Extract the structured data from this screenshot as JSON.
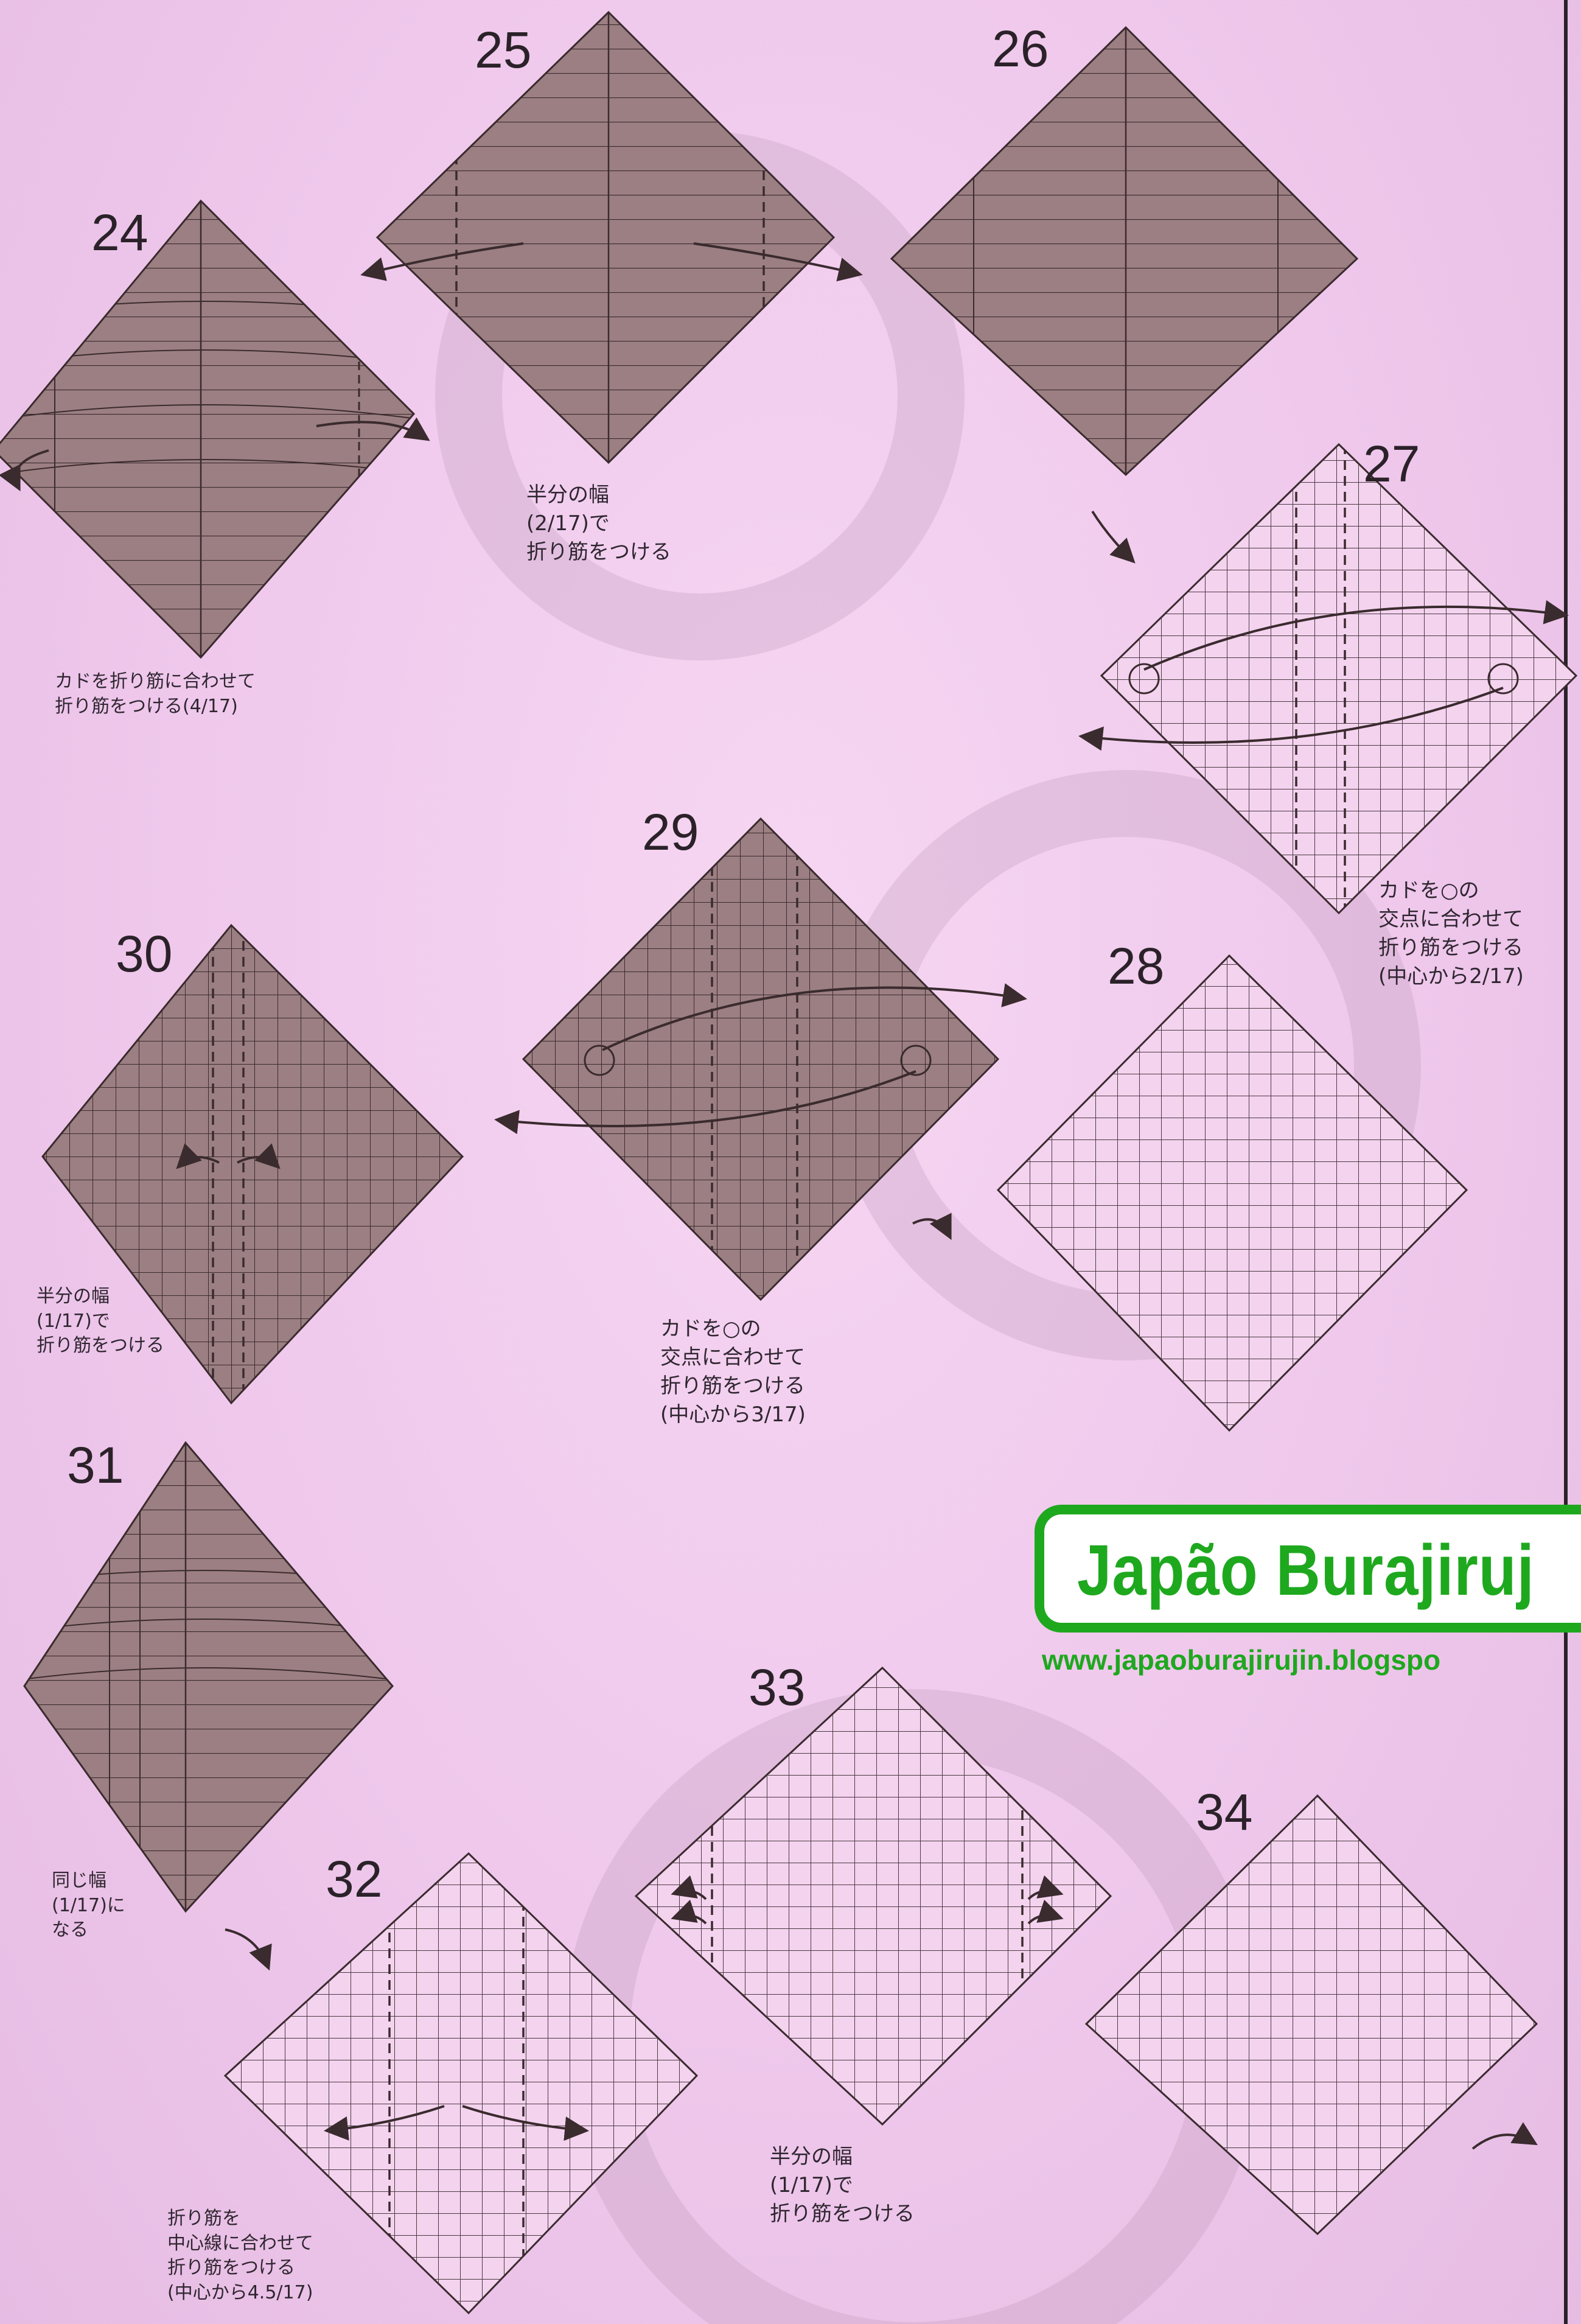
{
  "steps": {
    "s24": "24",
    "s25": "25",
    "s26": "26",
    "s27": "27",
    "s28": "28",
    "s29": "29",
    "s30": "30",
    "s31": "31",
    "s32": "32",
    "s33": "33",
    "s34": "34"
  },
  "captions": {
    "c24": [
      "カドを折り筋に合わせて",
      "折り筋をつける(4/17)"
    ],
    "c25": [
      "半分の幅",
      "(2/17)で",
      "折り筋をつける"
    ],
    "c27": [
      "カドを○の",
      "交点に合わせて",
      "折り筋をつける",
      "(中心から2/17)"
    ],
    "c29": [
      "カドを○の",
      "交点に合わせて",
      "折り筋をつける",
      "(中心から3/17)"
    ],
    "c30": [
      "半分の幅",
      "(1/17)で",
      "折り筋をつける"
    ],
    "c31": [
      "同じ幅",
      "(1/17)に",
      "なる"
    ],
    "c32": [
      "折り筋を",
      "中心線に合わせて",
      "折り筋をつける",
      "(中心から4.5/17)"
    ],
    "c33": [
      "半分の幅",
      "(1/17)で",
      "折り筋をつける"
    ]
  },
  "watermark": {
    "title": "Japão Burajiruj",
    "url": "www.japaoburajirujin.blogspo",
    "color": "#1ea81e"
  },
  "colors": {
    "colored_side": "#9c7f82",
    "white_side": "#f4d3ef",
    "line": "#3a2b2e"
  }
}
